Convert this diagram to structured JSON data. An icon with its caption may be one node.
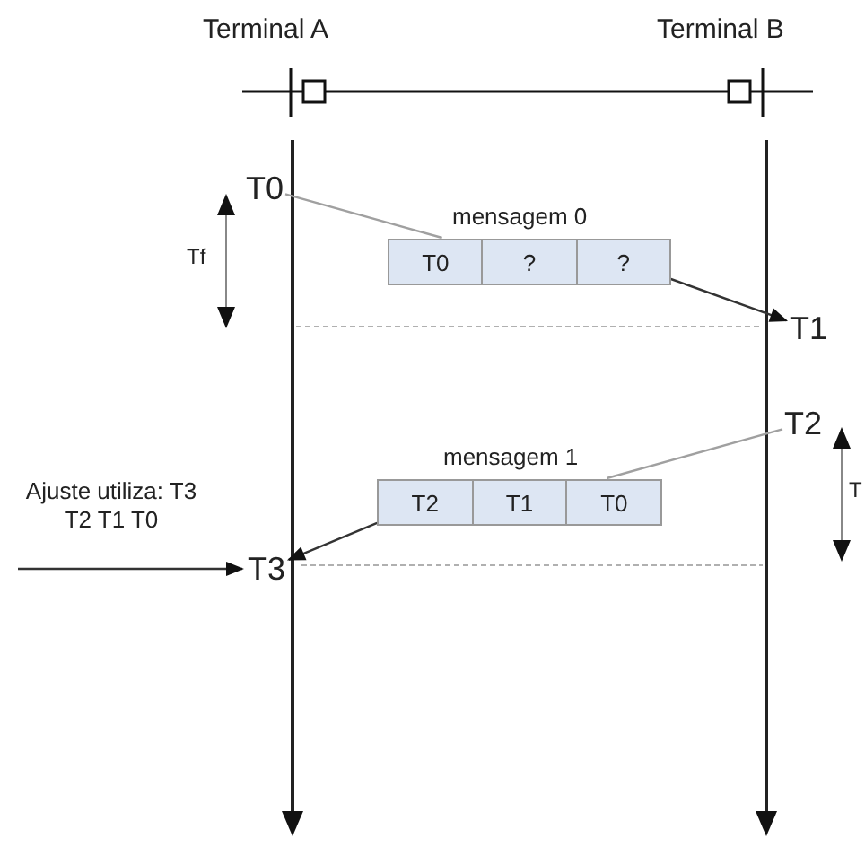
{
  "diagram": {
    "nodes": [
      {
        "text": [
          "mensagem 0"
        ]
      },
      {
        "text": [
          "T0"
        ],
        "in": 0
      },
      {
        "text": [
          "?"
        ],
        "in": 0
      },
      {
        "text": [
          "?"
        ],
        "in": 0
      },
      {
        "text": [
          "mensagem 1"
        ]
      },
      {
        "text": [
          "T2"
        ],
        "in": 4
      },
      {
        "text": [
          "T1"
        ],
        "in": 4
      },
      {
        "text": [
          "T0"
        ],
        "in": 4
      },
      {
        "text": [
          "T0"
        ]
      },
      {
        "text": [
          "T1"
        ]
      },
      {
        "text": [
          "T2"
        ]
      },
      {
        "text": [
          "T3"
        ]
      }
    ],
    "edges": [
      {
        "from": 8,
        "to": 0,
        "arrow": "none",
        "color": "#a0a0a0"
      },
      {
        "from": 3,
        "to": 9,
        "arrow": "to"
      },
      {
        "from": 10,
        "to": 4,
        "arrow": "none",
        "color": "#a0a0a0"
      },
      {
        "from": 5,
        "to": 11,
        "arrow": "to"
      },
      {
        "from": null,
        "to": 11,
        "arrow": "to"
      }
    ],
    "labels": [
      "Terminal A",
      "Terminal B",
      "Tf",
      "T",
      "Ajuste utiliza: T3 T2 T1 T0"
    ]
  }
}
